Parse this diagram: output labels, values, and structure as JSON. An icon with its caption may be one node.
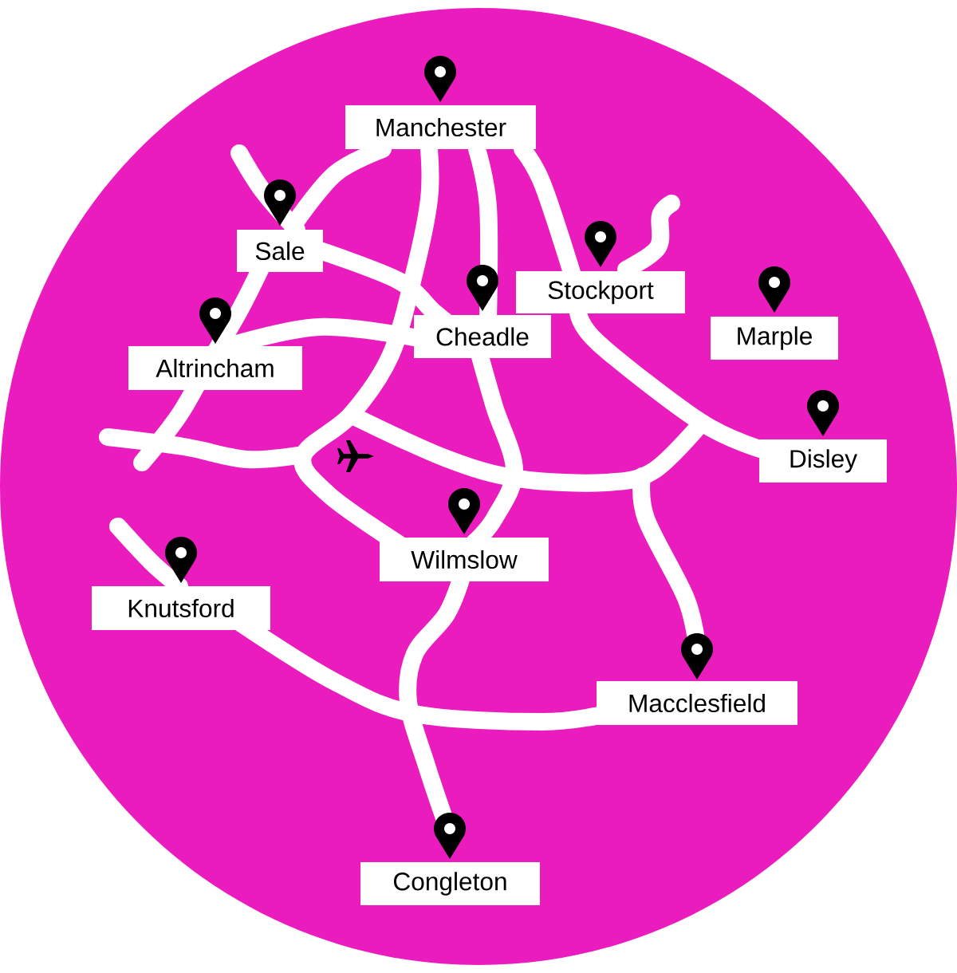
{
  "diagram": {
    "nodes": [
      {
        "text": [
          "Manchester"
        ]
      },
      {
        "text": [
          "Sale"
        ]
      },
      {
        "text": [
          "Stockport"
        ]
      },
      {
        "text": [
          "Marple"
        ]
      },
      {
        "text": [
          "Altrincham"
        ]
      },
      {
        "text": [
          "Cheadle"
        ]
      },
      {
        "text": [
          "Disley"
        ]
      },
      {
        "text": [
          "Wilmslow"
        ]
      },
      {
        "text": [
          "Knutsford"
        ]
      },
      {
        "text": [
          "Macclesfield"
        ]
      },
      {
        "text": [
          "Congleton"
        ]
      }
    ]
  }
}
